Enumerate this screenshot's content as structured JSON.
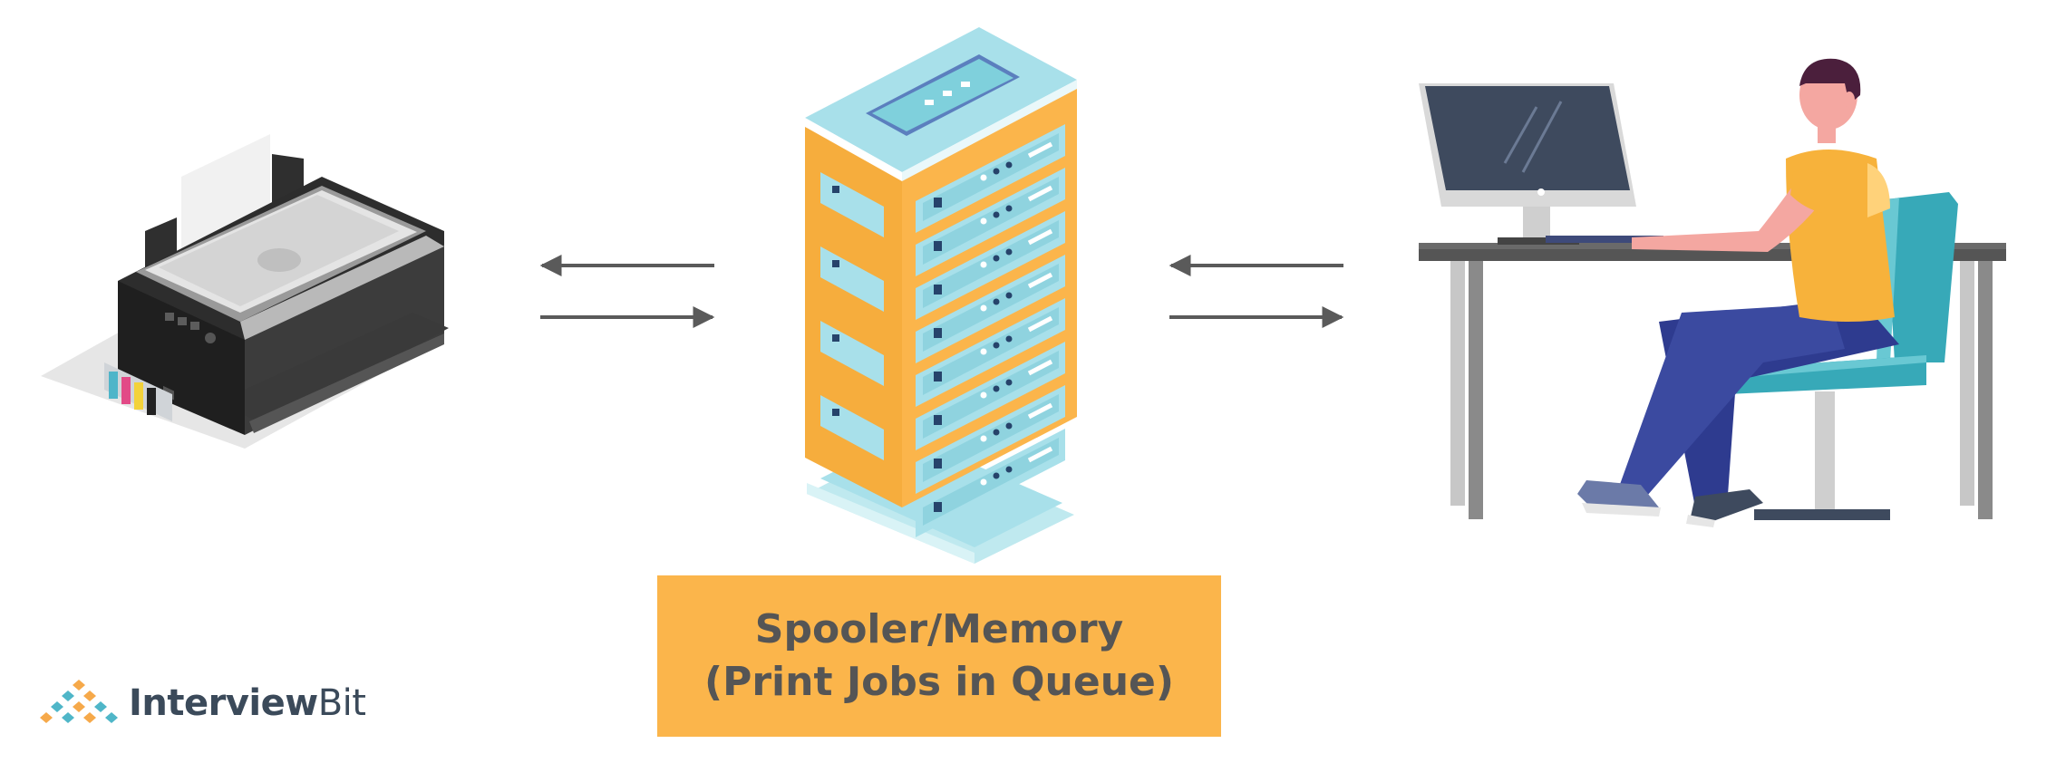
{
  "diagram": {
    "nodes": [
      {
        "id": "printer",
        "icon": "printer-icon"
      },
      {
        "id": "spooler",
        "icon": "server-rack-icon",
        "label_lines": [
          "Spooler/Memory",
          "(Print Jobs in Queue)"
        ]
      },
      {
        "id": "user",
        "icon": "user-at-computer-icon"
      }
    ],
    "edges": [
      {
        "from": "spooler",
        "to": "printer"
      },
      {
        "from": "printer",
        "to": "spooler"
      },
      {
        "from": "user",
        "to": "spooler"
      },
      {
        "from": "spooler",
        "to": "user"
      }
    ]
  },
  "spooler_label": {
    "line1": "Spooler/Memory",
    "line2": "(Print Jobs in Queue)",
    "color": "#fbb54b"
  },
  "brand": {
    "name_part1": "Interview",
    "name_part2": "Bit",
    "icon": "interviewbit-logo-icon"
  },
  "colors": {
    "arrow": "#5a5a5a",
    "server_body": "#fbb54b",
    "server_accent": "#a8e0ea",
    "shirt": "#f7b23b",
    "pants": "#3b4aa0",
    "chair": "#37a9b8",
    "monitor": "#3e4a5e"
  }
}
